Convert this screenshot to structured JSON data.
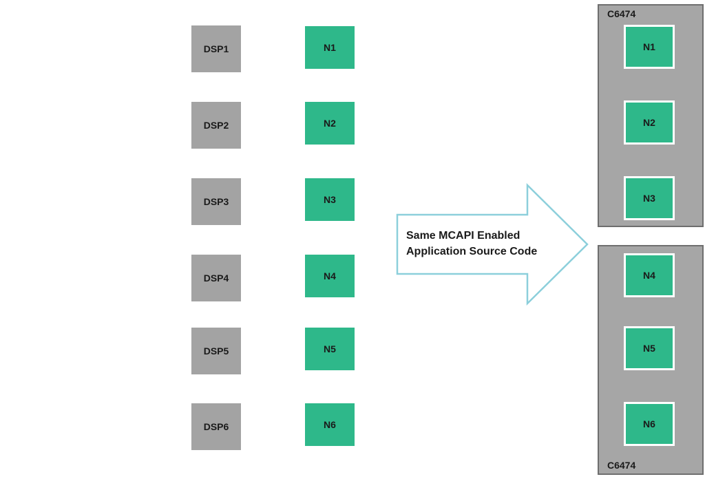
{
  "dsp_blocks": [
    "DSP1",
    "DSP2",
    "DSP3",
    "DSP4",
    "DSP5",
    "DSP6"
  ],
  "left_nodes": [
    "N1",
    "N2",
    "N3",
    "N4",
    "N5",
    "N6"
  ],
  "chips": [
    {
      "label": "C6474",
      "nodes": [
        "N1",
        "N2",
        "N3"
      ]
    },
    {
      "label": "C6474",
      "nodes": [
        "N4",
        "N5",
        "N6"
      ]
    }
  ],
  "arrow": {
    "line1": "Same MCAPI Enabled",
    "line2": "Application Source Code"
  },
  "colors": {
    "dsp_gray": "#a3a3a3",
    "node_green": "#2eb88a",
    "chip_gray": "#a6a6a6",
    "arrow_outline": "#8ccfdb"
  }
}
